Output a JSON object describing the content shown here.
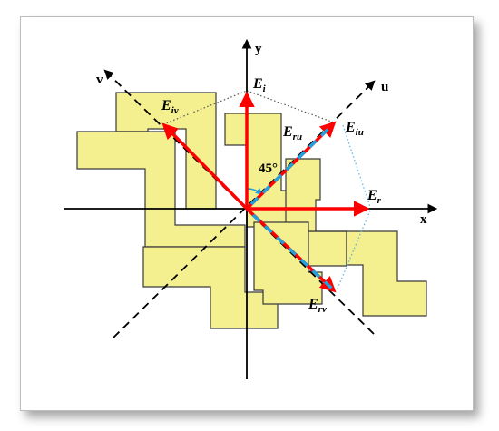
{
  "colors": {
    "patch_fill": "#f4ef8f",
    "patch_stroke": "#3a3a3a",
    "red_vector": "#ff0000",
    "blue_dash": "#21a0dc",
    "axis": "#000000",
    "dotted_black": "#555555",
    "dotted_blue": "#5ab4e0"
  },
  "labels": {
    "x_axis": "x",
    "y_axis": "y",
    "u_axis": "u",
    "v_axis": "v",
    "angle": "45°",
    "Ei": {
      "base": "E",
      "sub": "i"
    },
    "Eiv": {
      "base": "E",
      "sub": "iv"
    },
    "Eru": {
      "base": "E",
      "sub": "ru"
    },
    "Eiu": {
      "base": "E",
      "sub": "iu"
    },
    "Er": {
      "base": "E",
      "sub": "r"
    },
    "Erv": {
      "base": "E",
      "sub": "rv"
    }
  }
}
